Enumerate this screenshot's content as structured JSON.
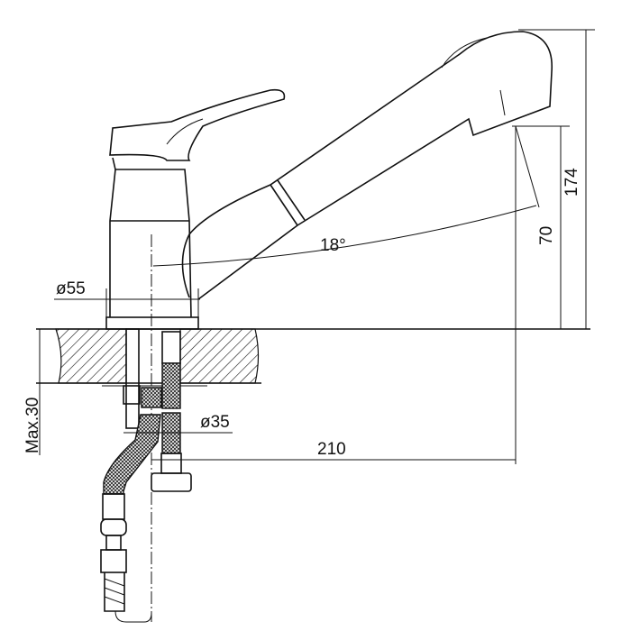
{
  "drawing": {
    "title": "Kitchen faucet with pull-out spout – dimension drawing",
    "dimensions": {
      "base_diameter": "ø55",
      "hose_diameter": "ø35",
      "swivel_angle": "18°",
      "spout_height": "70",
      "total_height": "174",
      "reach": "210",
      "max_counter_thickness": "Max.30"
    }
  }
}
